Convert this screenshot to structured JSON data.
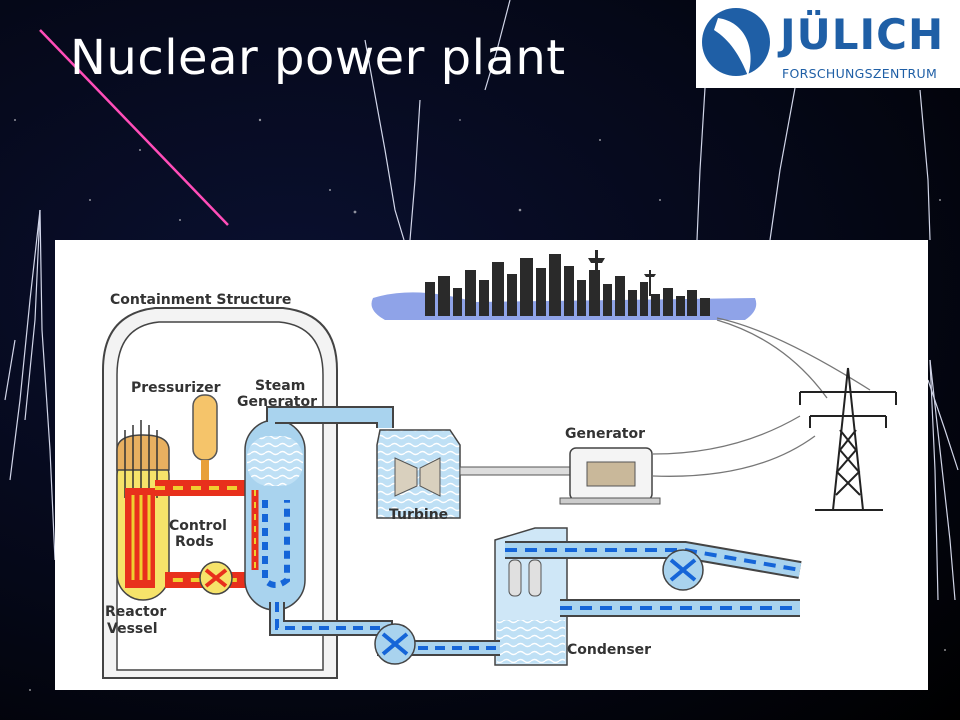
{
  "slide": {
    "title": "Nuclear power plant"
  },
  "logo": {
    "name": "JÜLICH",
    "subtitle": "FORSCHUNGSZENTRUM",
    "brand_color": "#1f5fa6"
  },
  "diagram": {
    "labels": {
      "containment": "Containment Structure",
      "pressurizer": "Pressurizer",
      "steam_generator_1": "Steam",
      "steam_generator_2": "Generator",
      "generator": "Generator",
      "turbine": "Turbine",
      "control_rods_1": "Control",
      "control_rods_2": "Rods",
      "reactor_vessel_1": "Reactor",
      "reactor_vessel_2": "Vessel",
      "condenser": "Condenser"
    },
    "colors": {
      "hot_loop": "#e8301c",
      "hot_fill": "#f0d030",
      "water": "#a9d3ee",
      "cool_dash": "#1565d8",
      "steam_fill": "#cfe7f7"
    }
  }
}
